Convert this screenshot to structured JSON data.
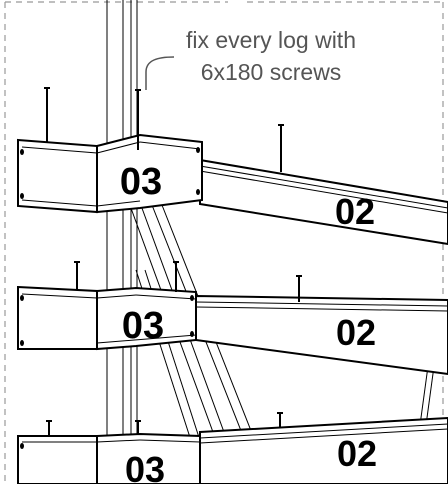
{
  "annotation": {
    "line1": "fix every log with",
    "line2": "6x180 screws"
  },
  "labels": {
    "corner": "03",
    "wall": "02"
  },
  "colors": {
    "ink": "#000000",
    "callout_text": "#555555",
    "frame_dash": "#999999"
  }
}
